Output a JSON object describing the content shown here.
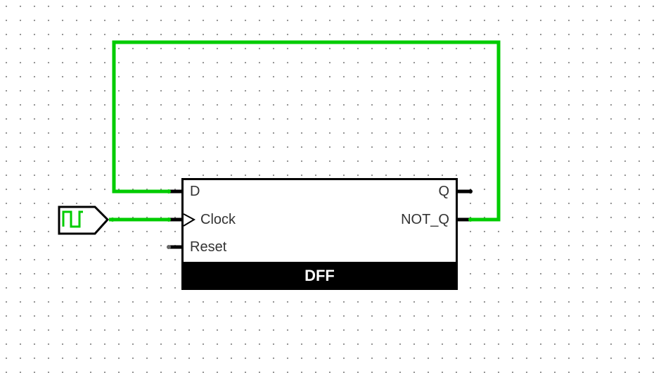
{
  "component": {
    "title": "DFF",
    "inputs": {
      "d": "D",
      "clock": "Clock",
      "reset": "Reset"
    },
    "outputs": {
      "q": "Q",
      "not_q": "NOT_Q"
    }
  },
  "colors": {
    "active_wire": "#00cc00",
    "body_stroke": "#000000",
    "pin": "#000000",
    "unconnected_pin": "#666666",
    "grid_dot": "#8a8a8a",
    "label_text": "#333333"
  },
  "icons": {
    "clock_source": "clock-square-wave-icon"
  }
}
